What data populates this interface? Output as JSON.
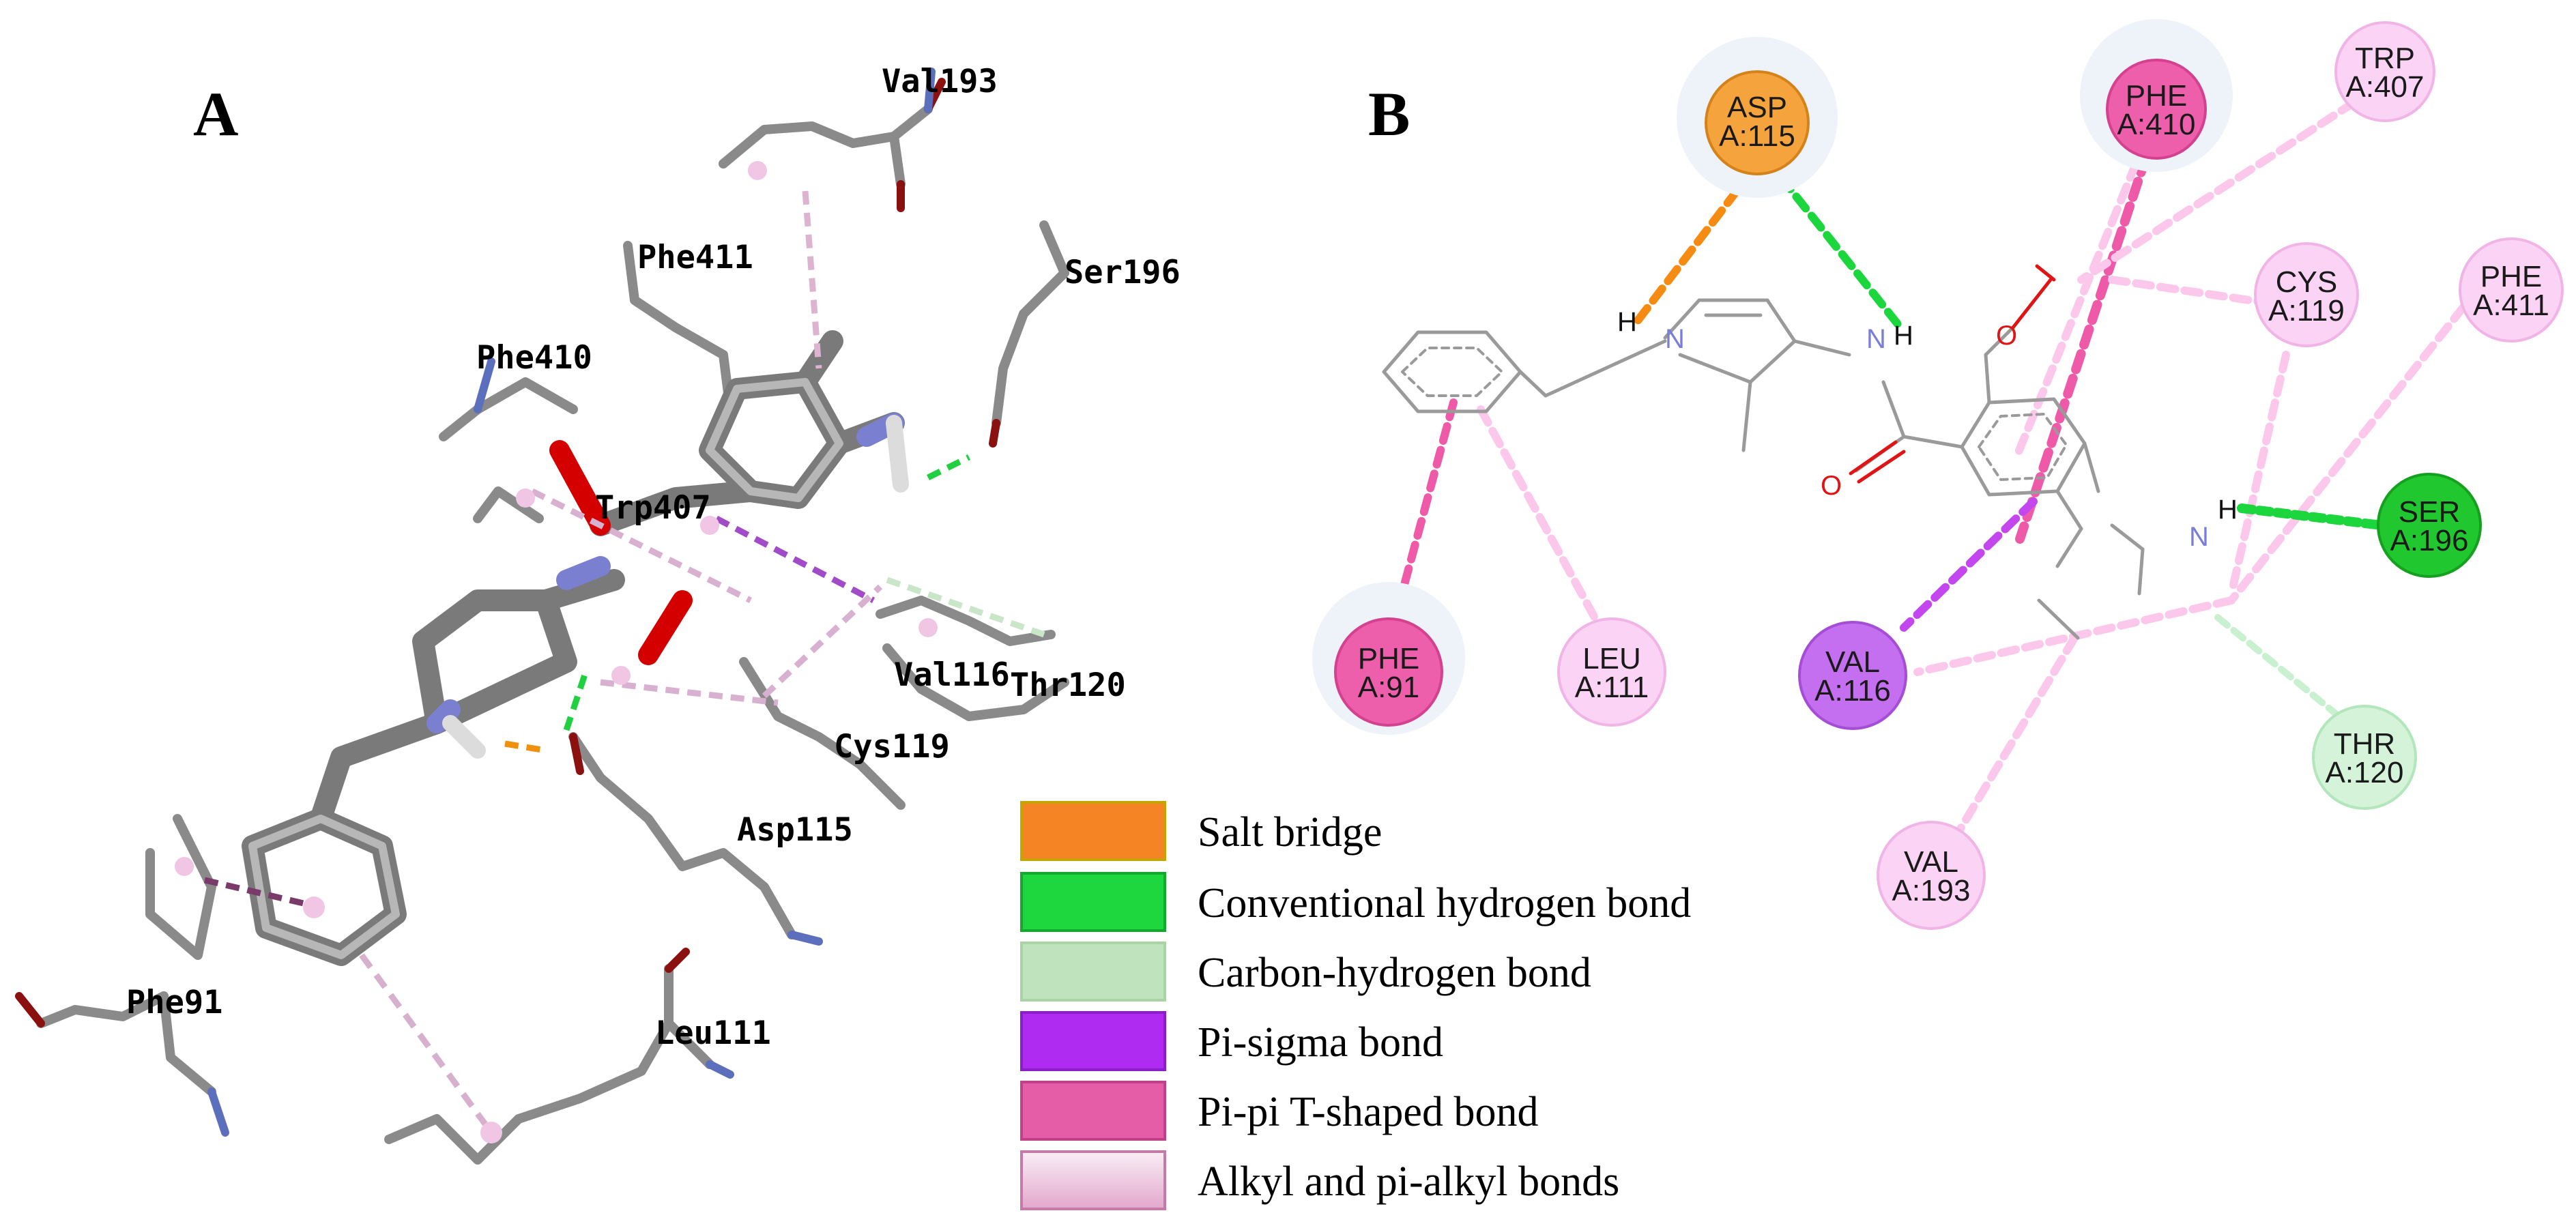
{
  "panels": {
    "a": "A",
    "b": "B"
  },
  "panel_a_residues": [
    "Val193",
    "Phe411",
    "Ser196",
    "Phe410",
    "Trp407",
    "Val116",
    "Thr120",
    "Cys119",
    "Asp115",
    "Phe91",
    "Leu111"
  ],
  "panel_b_residues": [
    {
      "id": "asp115",
      "name": "ASP",
      "chain": "A:115",
      "fill": "#f5a33c",
      "stroke": "#d4831a",
      "halo": true
    },
    {
      "id": "phe410",
      "name": "PHE",
      "chain": "A:410",
      "fill": "#ee5fab",
      "stroke": "#d4418e",
      "halo": true
    },
    {
      "id": "trp407",
      "name": "TRP",
      "chain": "A:407",
      "fill": "#fbd3f4",
      "stroke": "#f0b4e6",
      "halo": false
    },
    {
      "id": "cys119",
      "name": "CYS",
      "chain": "A:119",
      "fill": "#fbd3f4",
      "stroke": "#f0b4e6",
      "halo": false
    },
    {
      "id": "phe411",
      "name": "PHE",
      "chain": "A:411",
      "fill": "#fbd3f4",
      "stroke": "#f0b4e6",
      "halo": false
    },
    {
      "id": "ser196",
      "name": "SER",
      "chain": "A:196",
      "fill": "#21c72f",
      "stroke": "#15a020",
      "halo": false
    },
    {
      "id": "thr120",
      "name": "THR",
      "chain": "A:120",
      "fill": "#d4f3d9",
      "stroke": "#b2e6bb",
      "halo": false
    },
    {
      "id": "val116",
      "name": "VAL",
      "chain": "A:116",
      "fill": "#c46ef0",
      "stroke": "#a64dd6",
      "halo": false
    },
    {
      "id": "val193",
      "name": "VAL",
      "chain": "A:193",
      "fill": "#fbd3f4",
      "stroke": "#f0b4e6",
      "halo": false
    },
    {
      "id": "phe91",
      "name": "PHE",
      "chain": "A:91",
      "fill": "#ee5fab",
      "stroke": "#d4418e",
      "halo": true
    },
    {
      "id": "leu111",
      "name": "LEU",
      "chain": "A:111",
      "fill": "#fbd3f4",
      "stroke": "#f0b4e6",
      "halo": false
    }
  ],
  "atoms": {
    "h": "H",
    "n": "N",
    "o": "O"
  },
  "legend": [
    {
      "label": "Salt bridge",
      "color": "#f58524",
      "border": "#c8a400"
    },
    {
      "label": "Conventional hydrogen bond",
      "color": "#1ed63e",
      "border": "#16a82e"
    },
    {
      "label": "Carbon-hydrogen bond",
      "color": "#bfe3bd",
      "border": "#a9d3a6"
    },
    {
      "label": "Pi-sigma bond",
      "color": "#b02bf2",
      "border": "#8c1ec8"
    },
    {
      "label": "Pi-pi T-shaped bond",
      "color": "#e55ca7",
      "border": "#c0408a"
    },
    {
      "label": "Alkyl and pi-alkyl bonds",
      "color": "#f6d9ec",
      "border": "#c57aa8",
      "gradient": true
    }
  ]
}
